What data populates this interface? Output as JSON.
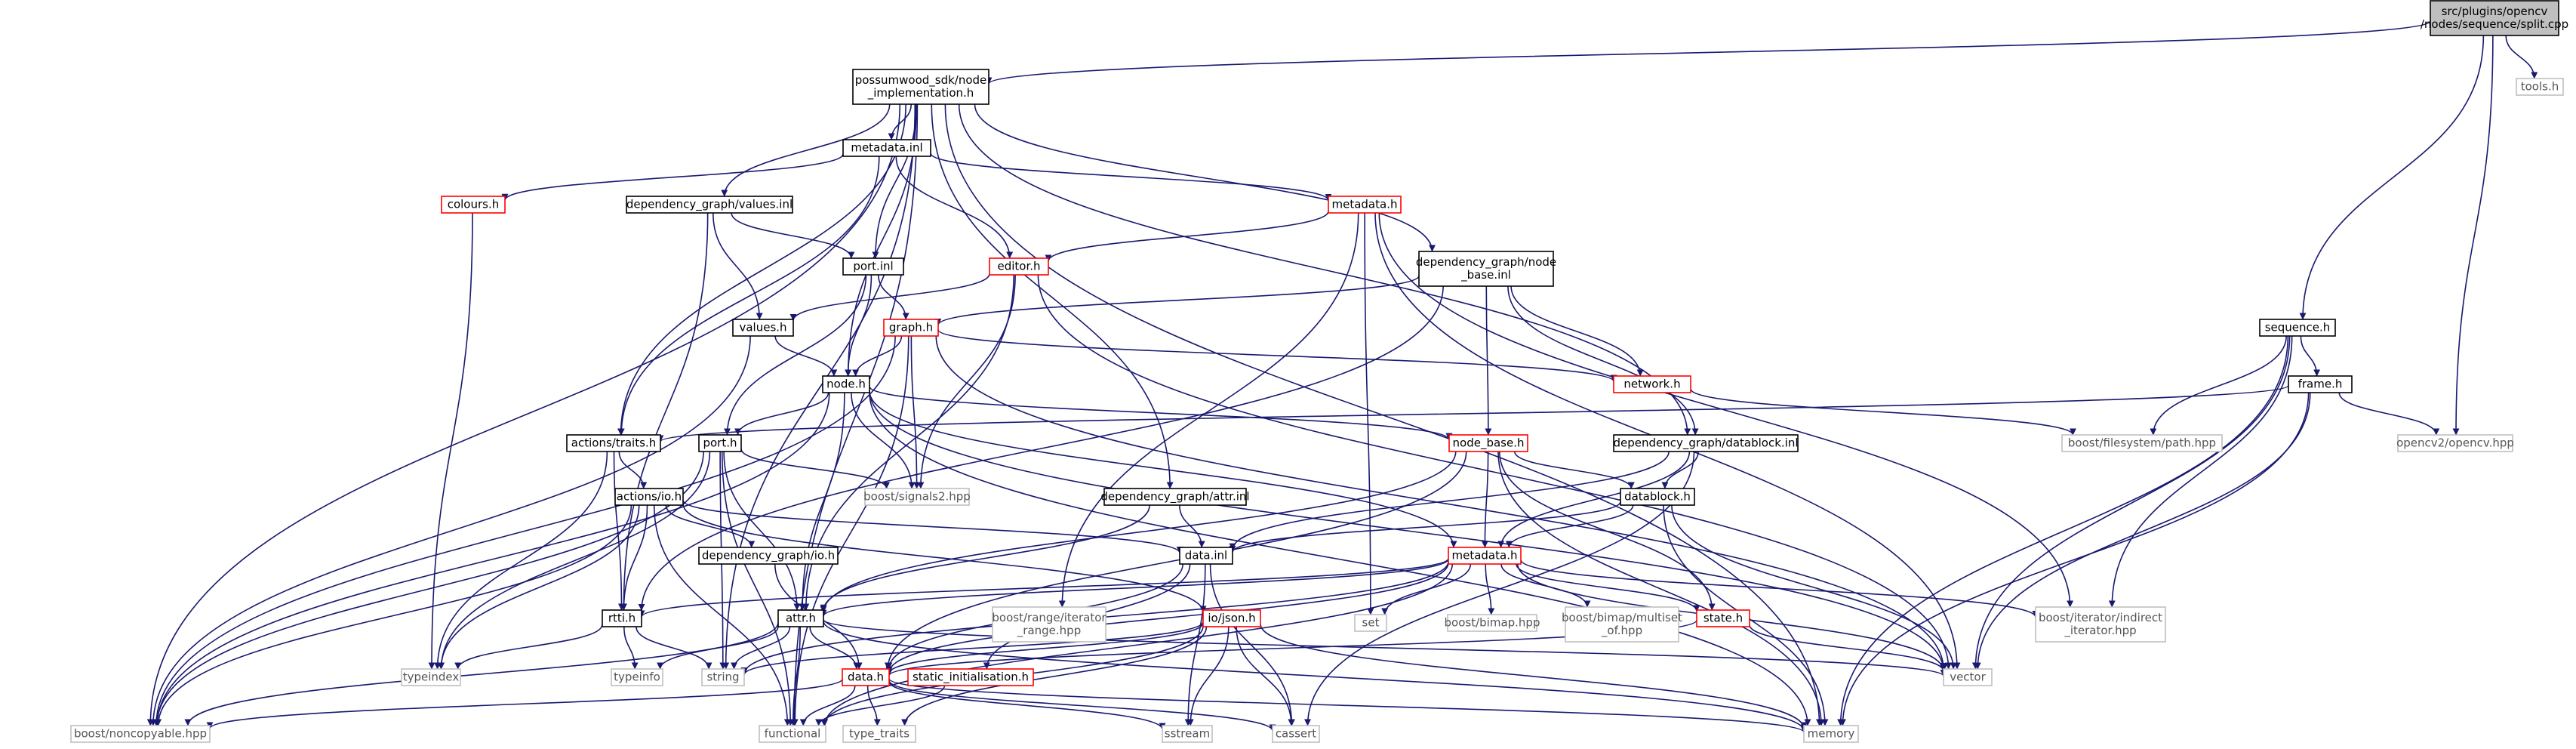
{
  "colors": {
    "edge": "#191970",
    "border_normal": "#000000",
    "border_missing": "#bfbfbf",
    "border_truncated": "#ff0000",
    "fill_root": "#bfbfbf",
    "fill_default": "#ffffff",
    "text_normal": "#000000",
    "text_missing": "#555555"
  },
  "nodes": [
    {
      "id": "root",
      "lines": [
        "src/plugins/opencv",
        "/nodes/sequence/split.cpp"
      ],
      "style": "root"
    },
    {
      "id": "ps_node_impl",
      "lines": [
        "possumwood_sdk/node",
        "_implementation.h"
      ],
      "style": "normal"
    },
    {
      "id": "tools",
      "lines": [
        "tools.h"
      ],
      "style": "missing"
    },
    {
      "id": "metadata_inl",
      "lines": [
        "metadata.inl"
      ],
      "style": "normal"
    },
    {
      "id": "colours",
      "lines": [
        "colours.h"
      ],
      "style": "truncated"
    },
    {
      "id": "dg_values_inl",
      "lines": [
        "dependency_graph/values.inl"
      ],
      "style": "normal"
    },
    {
      "id": "metadata_h1",
      "lines": [
        "metadata.h"
      ],
      "style": "truncated"
    },
    {
      "id": "dg_node_base_inl",
      "lines": [
        "dependency_graph/node",
        "_base.inl"
      ],
      "style": "normal"
    },
    {
      "id": "port_inl",
      "lines": [
        "port.inl"
      ],
      "style": "normal"
    },
    {
      "id": "editor",
      "lines": [
        "editor.h"
      ],
      "style": "truncated"
    },
    {
      "id": "values",
      "lines": [
        "values.h"
      ],
      "style": "normal"
    },
    {
      "id": "graph",
      "lines": [
        "graph.h"
      ],
      "style": "truncated"
    },
    {
      "id": "network",
      "lines": [
        "network.h"
      ],
      "style": "truncated"
    },
    {
      "id": "node",
      "lines": [
        "node.h"
      ],
      "style": "normal"
    },
    {
      "id": "sequence",
      "lines": [
        "sequence.h"
      ],
      "style": "normal"
    },
    {
      "id": "frame",
      "lines": [
        "frame.h"
      ],
      "style": "normal"
    },
    {
      "id": "bfs_path",
      "lines": [
        "boost/filesystem/path.hpp"
      ],
      "style": "missing"
    },
    {
      "id": "opencv2",
      "lines": [
        "opencv2/opencv.hpp"
      ],
      "style": "missing"
    },
    {
      "id": "actions_traits",
      "lines": [
        "actions/traits.h"
      ],
      "style": "normal"
    },
    {
      "id": "port_h",
      "lines": [
        "port.h"
      ],
      "style": "normal"
    },
    {
      "id": "node_base",
      "lines": [
        "node_base.h"
      ],
      "style": "truncated"
    },
    {
      "id": "dg_datablock_inl",
      "lines": [
        "dependency_graph/datablock.inl"
      ],
      "style": "normal"
    },
    {
      "id": "actions_io",
      "lines": [
        "actions/io.h"
      ],
      "style": "normal"
    },
    {
      "id": "boost_signals2",
      "lines": [
        "boost/signals2.hpp"
      ],
      "style": "missing"
    },
    {
      "id": "dg_attr_inl",
      "lines": [
        "dependency_graph/attr.inl"
      ],
      "style": "normal"
    },
    {
      "id": "datablock",
      "lines": [
        "datablock.h"
      ],
      "style": "normal"
    },
    {
      "id": "dg_io",
      "lines": [
        "dependency_graph/io.h"
      ],
      "style": "normal"
    },
    {
      "id": "data_inl",
      "lines": [
        "data.inl"
      ],
      "style": "normal"
    },
    {
      "id": "metadata_h2",
      "lines": [
        "metadata.h"
      ],
      "style": "truncated"
    },
    {
      "id": "rtti",
      "lines": [
        "rtti.h"
      ],
      "style": "normal"
    },
    {
      "id": "attr",
      "lines": [
        "attr.h"
      ],
      "style": "normal"
    },
    {
      "id": "io_json",
      "lines": [
        "io/json.h"
      ],
      "style": "truncated"
    },
    {
      "id": "boost_range",
      "lines": [
        "boost/range/iterator",
        "_range.hpp"
      ],
      "style": "missing"
    },
    {
      "id": "set",
      "lines": [
        "set"
      ],
      "style": "missing"
    },
    {
      "id": "boost_bimap",
      "lines": [
        "boost/bimap.hpp"
      ],
      "style": "missing"
    },
    {
      "id": "boost_bimap_ms",
      "lines": [
        "boost/bimap/multiset",
        "_of.hpp"
      ],
      "style": "missing"
    },
    {
      "id": "state",
      "lines": [
        "state.h"
      ],
      "style": "truncated"
    },
    {
      "id": "boost_iter_indirect",
      "lines": [
        "boost/iterator/indirect",
        "_iterator.hpp"
      ],
      "style": "missing"
    },
    {
      "id": "typeindex",
      "lines": [
        "typeindex"
      ],
      "style": "missing"
    },
    {
      "id": "typeinfo",
      "lines": [
        "typeinfo"
      ],
      "style": "missing"
    },
    {
      "id": "string",
      "lines": [
        "string"
      ],
      "style": "missing"
    },
    {
      "id": "data_h",
      "lines": [
        "data.h"
      ],
      "style": "truncated"
    },
    {
      "id": "static_init",
      "lines": [
        "static_initialisation.h"
      ],
      "style": "truncated"
    },
    {
      "id": "vector",
      "lines": [
        "vector"
      ],
      "style": "missing"
    },
    {
      "id": "boost_noncopyable",
      "lines": [
        "boost/noncopyable.hpp"
      ],
      "style": "missing"
    },
    {
      "id": "functional",
      "lines": [
        "functional"
      ],
      "style": "missing"
    },
    {
      "id": "type_traits",
      "lines": [
        "type_traits"
      ],
      "style": "missing"
    },
    {
      "id": "sstream",
      "lines": [
        "sstream"
      ],
      "style": "missing"
    },
    {
      "id": "cassert",
      "lines": [
        "cassert"
      ],
      "style": "missing"
    },
    {
      "id": "memory",
      "lines": [
        "memory"
      ],
      "style": "missing"
    }
  ],
  "edges": [
    [
      "root",
      "ps_node_impl"
    ],
    [
      "root",
      "tools"
    ],
    [
      "root",
      "sequence"
    ],
    [
      "root",
      "opencv2"
    ],
    [
      "ps_node_impl",
      "metadata_inl"
    ],
    [
      "ps_node_impl",
      "dg_values_inl"
    ],
    [
      "ps_node_impl",
      "port_inl"
    ],
    [
      "ps_node_impl",
      "node"
    ],
    [
      "ps_node_impl",
      "actions_traits"
    ],
    [
      "ps_node_impl",
      "dg_attr_inl"
    ],
    [
      "ps_node_impl",
      "dg_node_base_inl"
    ],
    [
      "ps_node_impl",
      "dg_datablock_inl"
    ],
    [
      "ps_node_impl",
      "memory"
    ],
    [
      "ps_node_impl",
      "boost_noncopyable"
    ],
    [
      "ps_node_impl",
      "functional"
    ],
    [
      "ps_node_impl",
      "string"
    ],
    [
      "metadata_inl",
      "colours"
    ],
    [
      "metadata_inl",
      "metadata_h1"
    ],
    [
      "metadata_inl",
      "editor"
    ],
    [
      "metadata_inl",
      "actions_traits"
    ],
    [
      "colours",
      "typeindex"
    ],
    [
      "dg_values_inl",
      "values"
    ],
    [
      "dg_values_inl",
      "port_inl"
    ],
    [
      "dg_values_inl",
      "rtti"
    ],
    [
      "metadata_h1",
      "editor"
    ],
    [
      "metadata_h1",
      "set"
    ],
    [
      "metadata_h1",
      "boost_iter_indirect"
    ],
    [
      "metadata_h1",
      "vector"
    ],
    [
      "metadata_h1",
      "boost_range"
    ],
    [
      "dg_node_base_inl",
      "graph"
    ],
    [
      "dg_node_base_inl",
      "network"
    ],
    [
      "dg_node_base_inl",
      "node_base"
    ],
    [
      "dg_node_base_inl",
      "dg_datablock_inl"
    ],
    [
      "dg_node_base_inl",
      "rtti"
    ],
    [
      "port_inl",
      "graph"
    ],
    [
      "port_inl",
      "node"
    ],
    [
      "port_inl",
      "port_h"
    ],
    [
      "editor",
      "values"
    ],
    [
      "editor",
      "boost_signals2"
    ],
    [
      "editor",
      "attr"
    ],
    [
      "editor",
      "vector"
    ],
    [
      "values",
      "node"
    ],
    [
      "values",
      "boost_noncopyable"
    ],
    [
      "graph",
      "node"
    ],
    [
      "graph",
      "network"
    ],
    [
      "graph",
      "boost_signals2"
    ],
    [
      "graph",
      "vector"
    ],
    [
      "graph",
      "boost_noncopyable"
    ],
    [
      "graph",
      "functional"
    ],
    [
      "network",
      "bfs_path"
    ],
    [
      "node",
      "port_h"
    ],
    [
      "node",
      "node_base"
    ],
    [
      "node",
      "boost_signals2"
    ],
    [
      "node",
      "metadata_h2"
    ],
    [
      "node",
      "attr"
    ],
    [
      "node",
      "memory"
    ],
    [
      "node",
      "vector"
    ],
    [
      "node",
      "boost_noncopyable"
    ],
    [
      "sequence",
      "frame"
    ],
    [
      "sequence",
      "bfs_path"
    ],
    [
      "sequence",
      "boost_iter_indirect"
    ],
    [
      "sequence",
      "vector"
    ],
    [
      "sequence",
      "memory"
    ],
    [
      "frame",
      "actions_traits"
    ],
    [
      "frame",
      "opencv2"
    ],
    [
      "frame",
      "vector"
    ],
    [
      "frame",
      "memory"
    ],
    [
      "actions_traits",
      "actions_io"
    ],
    [
      "actions_traits",
      "rtti"
    ],
    [
      "actions_traits",
      "typeindex"
    ],
    [
      "port_h",
      "boost_signals2"
    ],
    [
      "port_h",
      "attr"
    ],
    [
      "port_h",
      "string"
    ],
    [
      "port_h",
      "typeindex"
    ],
    [
      "port_h",
      "boost_noncopyable"
    ],
    [
      "port_h",
      "functional"
    ],
    [
      "node_base",
      "metadata_h2"
    ],
    [
      "node_base",
      "datablock"
    ],
    [
      "node_base",
      "state"
    ],
    [
      "node_base",
      "memory"
    ],
    [
      "node_base",
      "attr"
    ],
    [
      "node_base",
      "data_h"
    ],
    [
      "dg_datablock_inl",
      "datablock"
    ],
    [
      "dg_datablock_inl",
      "data_inl"
    ],
    [
      "dg_datablock_inl",
      "metadata_h2"
    ],
    [
      "dg_datablock_inl",
      "cassert"
    ],
    [
      "actions_io",
      "dg_io"
    ],
    [
      "actions_io",
      "data_inl"
    ],
    [
      "actions_io",
      "rtti"
    ],
    [
      "actions_io",
      "io_json"
    ],
    [
      "actions_io",
      "typeindex"
    ],
    [
      "actions_io",
      "boost_noncopyable"
    ],
    [
      "actions_io",
      "functional"
    ],
    [
      "dg_attr_inl",
      "data_inl"
    ],
    [
      "dg_attr_inl",
      "attr"
    ],
    [
      "datablock",
      "metadata_h2"
    ],
    [
      "datablock",
      "data_inl"
    ],
    [
      "datablock",
      "vector"
    ],
    [
      "datablock",
      "memory"
    ],
    [
      "dg_io",
      "data_h"
    ],
    [
      "data_inl",
      "data_h"
    ],
    [
      "data_inl",
      "static_init"
    ],
    [
      "data_inl",
      "sstream"
    ],
    [
      "data_inl",
      "cassert"
    ],
    [
      "metadata_h2",
      "rtti"
    ],
    [
      "metadata_h2",
      "attr"
    ],
    [
      "metadata_h2",
      "set"
    ],
    [
      "metadata_h2",
      "boost_bimap"
    ],
    [
      "metadata_h2",
      "boost_bimap_ms"
    ],
    [
      "metadata_h2",
      "state"
    ],
    [
      "metadata_h2",
      "boost_iter_indirect"
    ],
    [
      "metadata_h2",
      "data_h"
    ],
    [
      "metadata_h2",
      "string"
    ],
    [
      "metadata_h2",
      "vector"
    ],
    [
      "metadata_h2",
      "functional"
    ],
    [
      "rtti",
      "typeinfo"
    ],
    [
      "rtti",
      "string"
    ],
    [
      "rtti",
      "typeindex"
    ],
    [
      "attr",
      "data_h"
    ],
    [
      "attr",
      "string"
    ],
    [
      "attr",
      "typeinfo"
    ],
    [
      "attr",
      "functional"
    ],
    [
      "attr",
      "memory"
    ],
    [
      "attr",
      "vector"
    ],
    [
      "attr",
      "boost_noncopyable"
    ],
    [
      "io_json",
      "data_h"
    ],
    [
      "io_json",
      "string"
    ],
    [
      "io_json",
      "sstream"
    ],
    [
      "io_json",
      "cassert"
    ],
    [
      "io_json",
      "functional"
    ],
    [
      "io_json",
      "memory"
    ],
    [
      "io_json",
      "type_traits"
    ],
    [
      "state",
      "data_h"
    ],
    [
      "state",
      "vector"
    ],
    [
      "data_h",
      "functional"
    ],
    [
      "data_h",
      "type_traits"
    ],
    [
      "data_h",
      "sstream"
    ],
    [
      "data_h",
      "cassert"
    ],
    [
      "data_h",
      "memory"
    ],
    [
      "data_h",
      "boost_noncopyable"
    ],
    [
      "static_init",
      "functional"
    ]
  ]
}
